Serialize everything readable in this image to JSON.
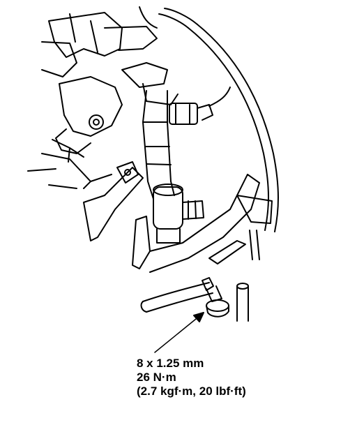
{
  "figure": {
    "kind": "technical-illustration",
    "colors": {
      "ink": "#000000",
      "paper": "#ffffff"
    },
    "components": [
      "engine-bracket",
      "vacuum-hose",
      "solenoid-valve",
      "mounting-bracket",
      "flange-bolt",
      "hose-end",
      "electrical-connector"
    ]
  },
  "callout": {
    "bolt_size": "8 x 1.25 mm",
    "torque_nm": "26 N·m",
    "torque_alt": "(2.7 kgf·m, 20 lbf·ft)"
  }
}
